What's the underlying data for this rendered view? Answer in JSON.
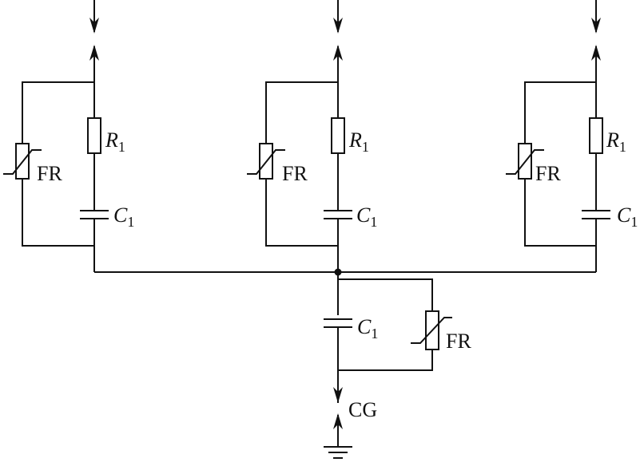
{
  "labels": {
    "resistor": {
      "symbol": "R",
      "subscript": "1"
    },
    "capacitor": {
      "symbol": "C",
      "subscript": "1"
    },
    "varistor": "FR",
    "ground_gap": "CG"
  },
  "colors": {
    "stroke": "#111111",
    "background": "#ffffff"
  }
}
